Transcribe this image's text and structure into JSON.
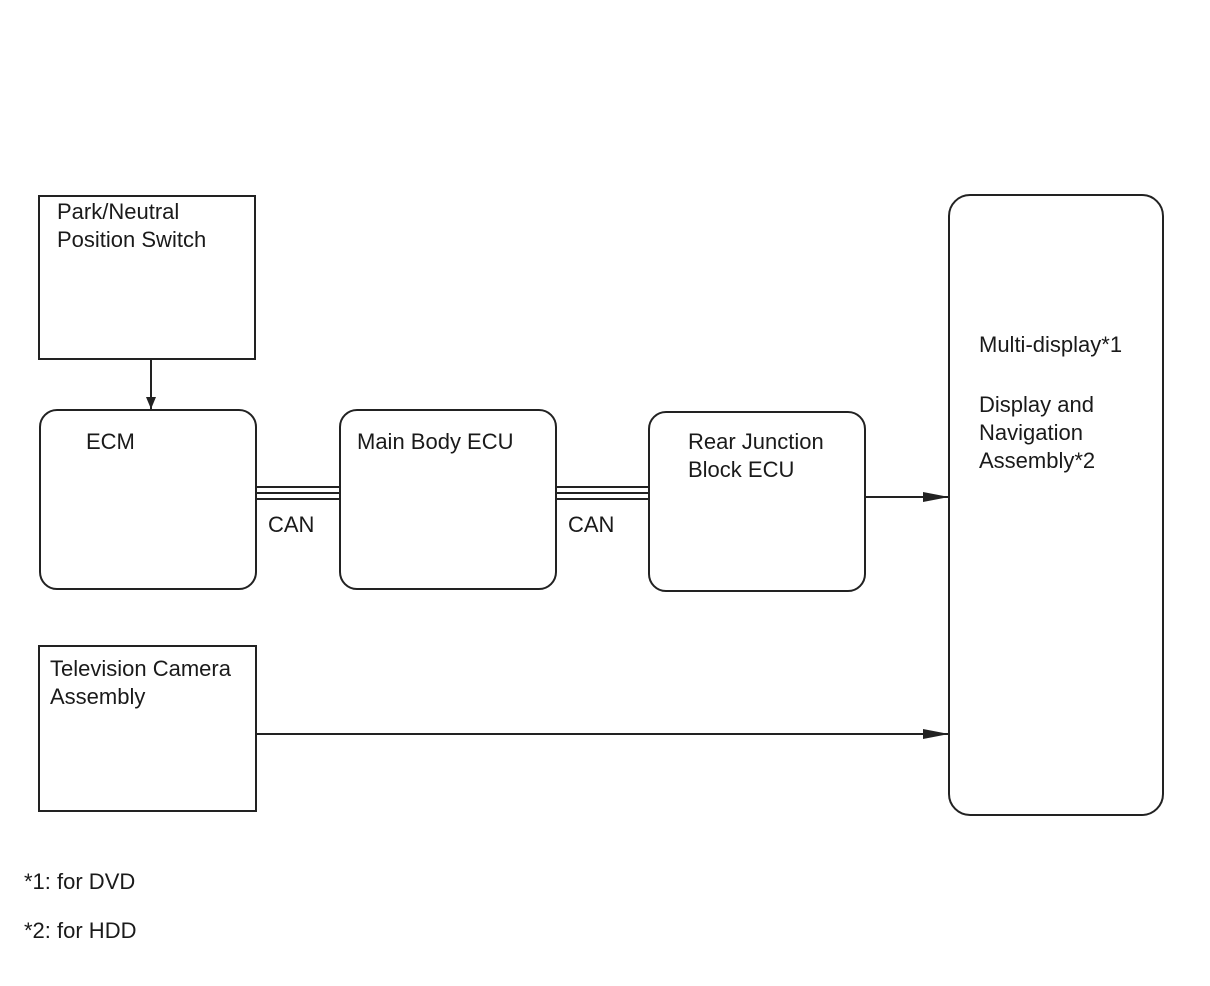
{
  "blocks": {
    "pn_switch": "Park/Neutral\nPosition Switch",
    "ecm": "ECM",
    "main_body_ecu": "Main Body ECU",
    "rear_junction_ecu": "Rear Junction\nBlock ECU",
    "tv_camera": "Television Camera\nAssembly",
    "display_line1": "Multi-display*1",
    "display_line2": "Display and\nNavigation\nAssembly*2"
  },
  "bus_labels": {
    "can_1": "CAN",
    "can_2": "CAN"
  },
  "footnotes": {
    "note1": "*1: for DVD",
    "note2": "*2: for HDD"
  }
}
